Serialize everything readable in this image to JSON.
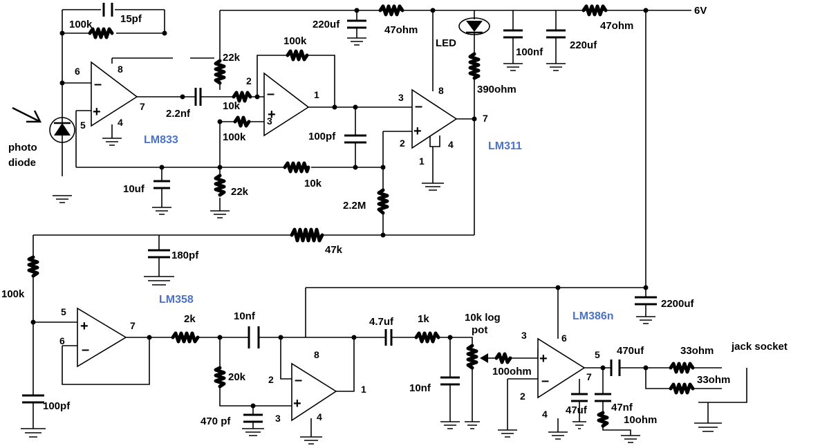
{
  "labels": {
    "supply": "6V",
    "photodiode_l1": "photo",
    "photodiode_l2": "diode",
    "r_fb1": "100k",
    "c_fb1": "15pf",
    "c_220uf_a": "220uf",
    "r_47ohm_a": "47ohm",
    "led": "LED",
    "c_100nf": "100nf",
    "c_220uf_b": "220uf",
    "r_47ohm_b": "47ohm",
    "r_22k_top": "22k",
    "r_100k_top": "100k",
    "c_2_2nf": "2.2nf",
    "r_10k_in": "10k",
    "r_100k_bias": "100k",
    "r_390": "390ohm",
    "c_100pf_mid": "100pf",
    "c_10uf": "10uf",
    "r_22k_low": "22k",
    "r_10k_long": "10k",
    "r_2_2m": "2.2M",
    "r_47k": "47k",
    "c_180pf": "180pf",
    "r_100k_left": "100k",
    "c_100pf_low": "100pf",
    "r_2k": "2k",
    "c_10nf_a": "10nf",
    "r_20k": "20k",
    "c_470pf": "470 pf",
    "c_4_7uf": "4.7uf",
    "r_1k": "1k",
    "pot_l1": "10k log",
    "pot_l2": "pot",
    "c_10nf_b": "10nf",
    "r_100ohm": "100ohm",
    "c_2200uf": "2200uf",
    "c_470uf": "470uf",
    "r_33ohm_a": "33ohm",
    "r_33ohm_b": "33ohm",
    "jack": "jack socket",
    "c_47uf": "47uf",
    "c_47nf": "47nf",
    "r_10ohm": "10ohm"
  },
  "chips": {
    "lm833": "LM833",
    "lm311": "LM311",
    "lm358": "LM358",
    "lm386": "LM386n"
  },
  "pins": {
    "u1_in_minus": "6",
    "u1_in_plus": "5",
    "u1_vcc": "8",
    "u1_gnd": "4",
    "u1_out": "7",
    "u2_in_minus": "2",
    "u2_in_plus": "3",
    "u2_out": "1",
    "u3_in_minus": "3",
    "u3_in_plus": "2",
    "u3_vcc": "8",
    "u3_p4": "4",
    "u3_p1": "1",
    "u3_out": "7",
    "u4_in_plus": "5",
    "u4_in_minus": "6",
    "u4_out": "7",
    "u5_in_minus": "2",
    "u5_in_plus": "3",
    "u5_vcc": "8",
    "u5_gnd": "4",
    "u5_out": "1",
    "u6_in_plus": "3",
    "u6_in_minus": "2",
    "u6_vcc": "6",
    "u6_gnd": "4",
    "u6_out": "5",
    "u6_byp": "7"
  }
}
